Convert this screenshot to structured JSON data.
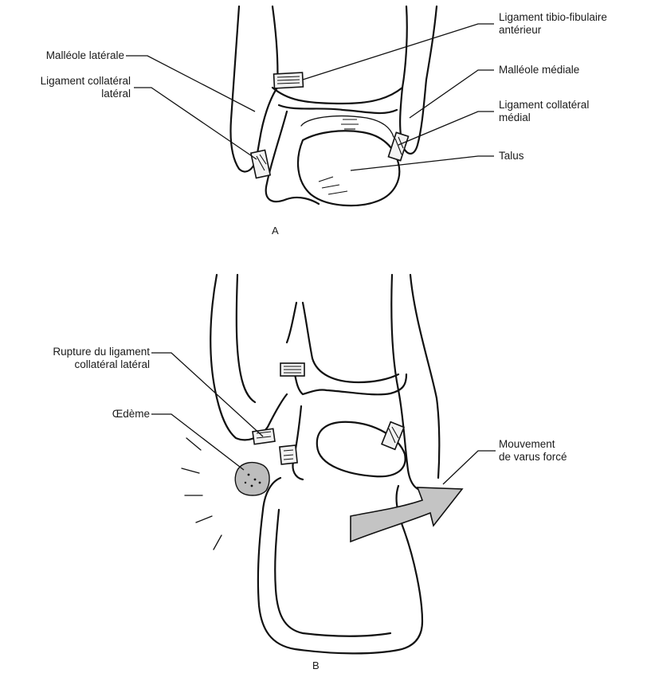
{
  "panels": [
    {
      "letter": "A",
      "labels": {
        "malleole_laterale": "Malléole latérale",
        "ligament_collateral_lateral": [
          "Ligament collatéral",
          "latéral"
        ],
        "ligament_tibio_fibulaire": [
          "Ligament tibio-fibulaire",
          "antérieur"
        ],
        "malleole_mediale": "Malléole médiale",
        "ligament_collateral_medial": [
          "Ligament collatéral",
          "médial"
        ],
        "talus": "Talus"
      }
    },
    {
      "letter": "B",
      "labels": {
        "rupture": [
          "Rupture du ligament",
          "collatéral latéral"
        ],
        "oedeme": "Œdème",
        "mouvement": [
          "Mouvement",
          "de varus forcé"
        ]
      }
    }
  ],
  "colors": {
    "ink": "#111111",
    "swelling": "#bdbdbd",
    "arrow": "#c4c4c4"
  }
}
